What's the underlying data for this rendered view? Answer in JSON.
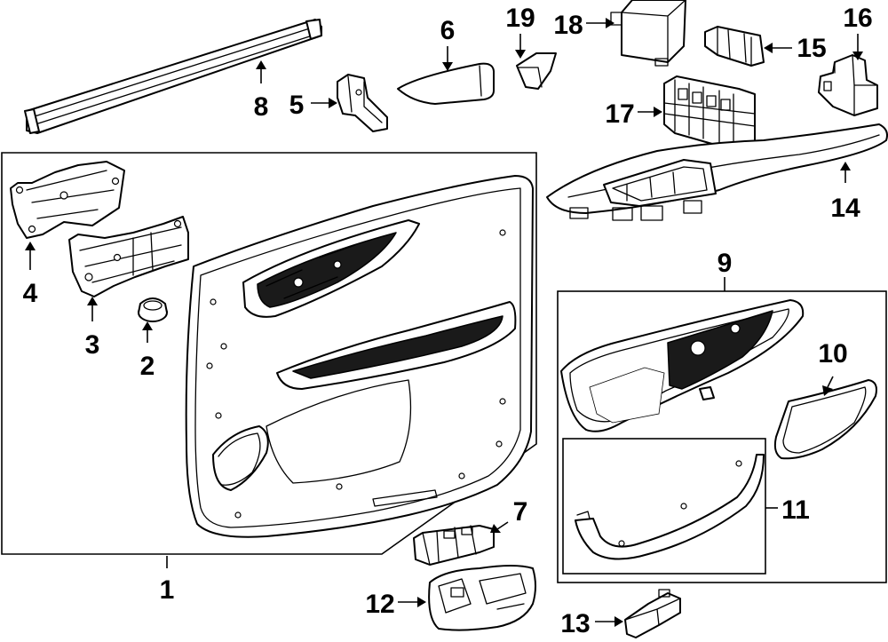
{
  "callouts": [
    {
      "id": "1",
      "label": "1"
    },
    {
      "id": "2",
      "label": "2"
    },
    {
      "id": "3",
      "label": "3"
    },
    {
      "id": "4",
      "label": "4"
    },
    {
      "id": "5",
      "label": "5"
    },
    {
      "id": "6",
      "label": "6"
    },
    {
      "id": "7",
      "label": "7"
    },
    {
      "id": "8",
      "label": "8"
    },
    {
      "id": "9",
      "label": "9"
    },
    {
      "id": "10",
      "label": "10"
    },
    {
      "id": "11",
      "label": "11"
    },
    {
      "id": "12",
      "label": "12"
    },
    {
      "id": "13",
      "label": "13"
    },
    {
      "id": "14",
      "label": "14"
    },
    {
      "id": "15",
      "label": "15"
    },
    {
      "id": "16",
      "label": "16"
    },
    {
      "id": "17",
      "label": "17"
    },
    {
      "id": "18",
      "label": "18"
    },
    {
      "id": "19",
      "label": "19"
    }
  ],
  "colors": {
    "line": "#000000",
    "background": "#ffffff"
  }
}
